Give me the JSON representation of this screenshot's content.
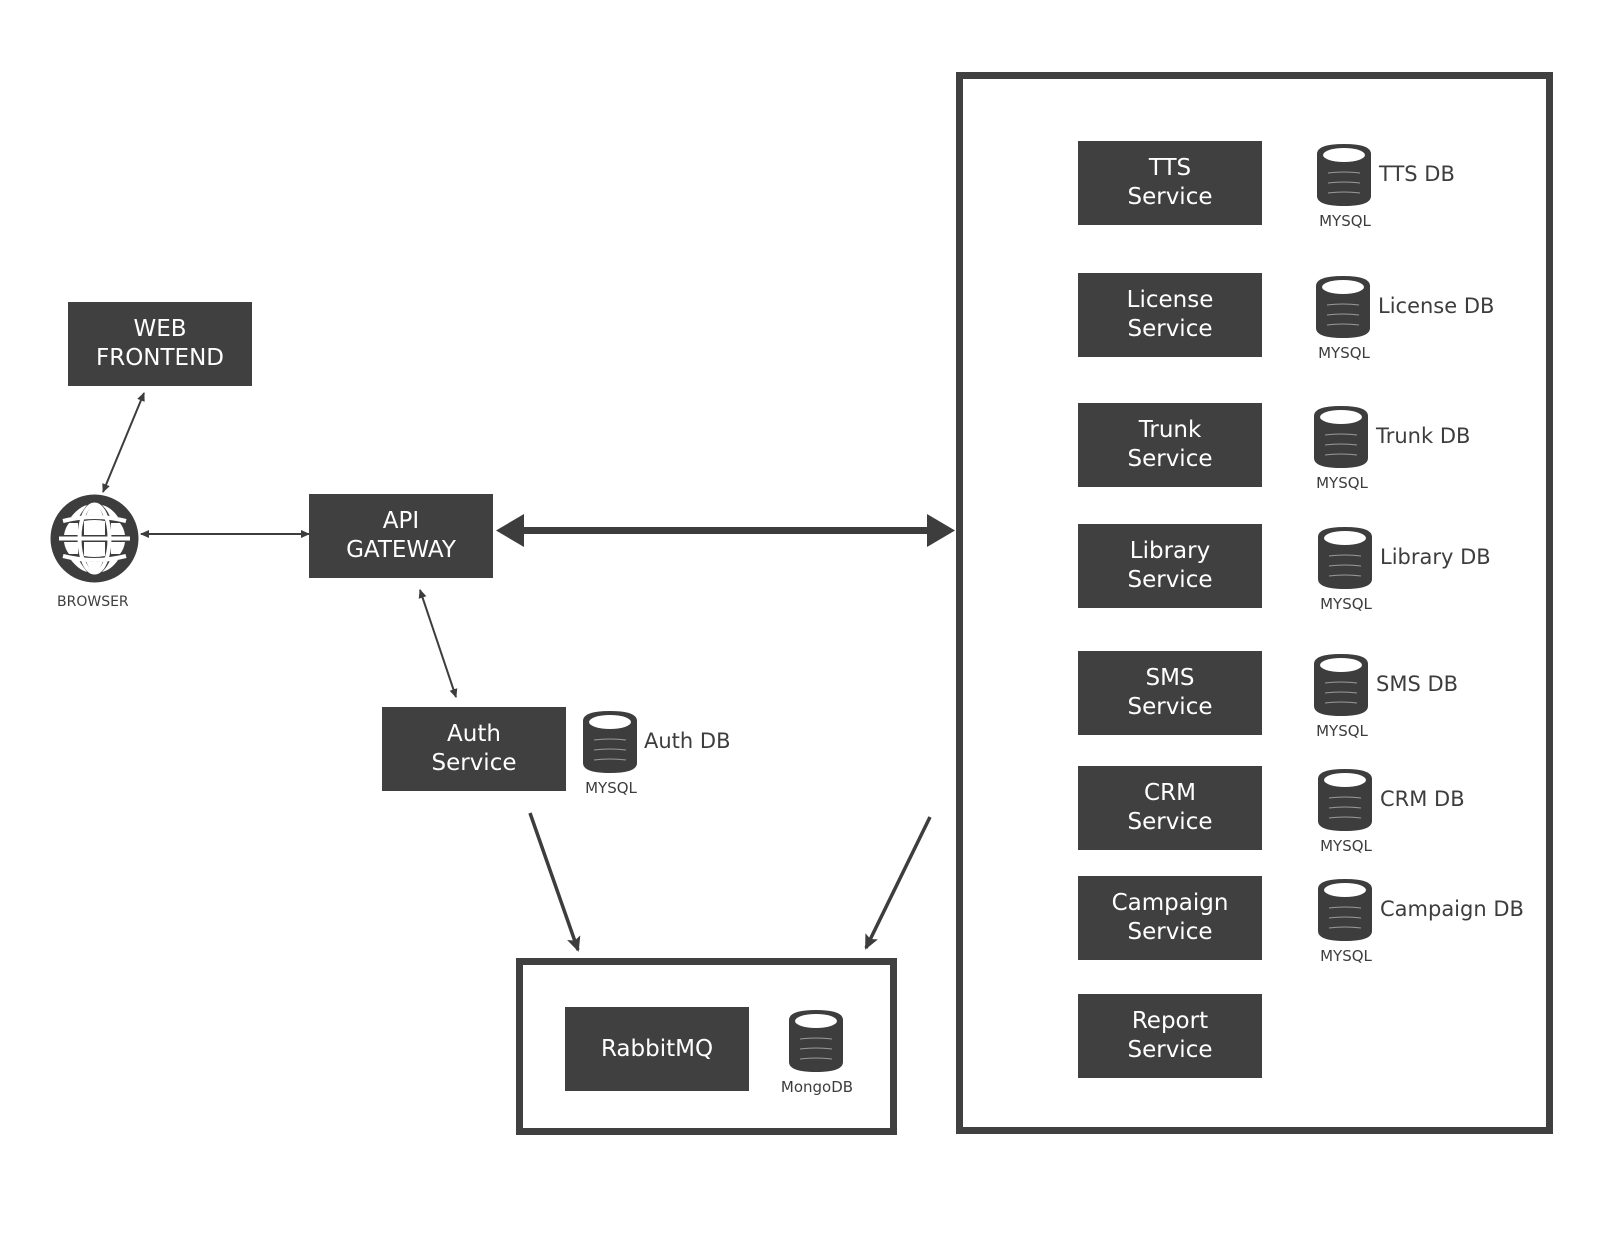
{
  "colors": {
    "box_fill": "#404040",
    "box_text": "#ffffff",
    "line": "#3d3d3d",
    "background": "#ffffff"
  },
  "browser": {
    "icon": "globe-icon",
    "label": "BROWSER"
  },
  "web_frontend": {
    "label": "WEB\nFRONTEND"
  },
  "api_gateway": {
    "label": "API\nGATEWAY"
  },
  "auth": {
    "label": "Auth\nService",
    "db_engine": "MYSQL",
    "db_name": "Auth DB",
    "db_icon": "database-icon"
  },
  "messaging": {
    "label": "RabbitMQ",
    "db_engine": "MongoDB",
    "db_icon": "database-icon"
  },
  "services": [
    {
      "label": "TTS\nService",
      "db_engine": "MYSQL",
      "db_name": "TTS DB"
    },
    {
      "label": "License\nService",
      "db_engine": "MYSQL",
      "db_name": "License DB"
    },
    {
      "label": "Trunk\nService",
      "db_engine": "MYSQL",
      "db_name": "Trunk DB"
    },
    {
      "label": "Library\nService",
      "db_engine": "MYSQL",
      "db_name": "Library DB"
    },
    {
      "label": "SMS\nService",
      "db_engine": "MYSQL",
      "db_name": "SMS DB"
    },
    {
      "label": "CRM\nService",
      "db_engine": "MYSQL",
      "db_name": "CRM DB"
    },
    {
      "label": "Campaign\nService",
      "db_engine": "MYSQL",
      "db_name": "Campaign DB"
    },
    {
      "label": "Report\nService"
    }
  ],
  "connections": [
    {
      "from": "browser",
      "to": "web_frontend",
      "type": "bidirectional"
    },
    {
      "from": "browser",
      "to": "api_gateway",
      "type": "bidirectional"
    },
    {
      "from": "api_gateway",
      "to": "auth",
      "type": "bidirectional"
    },
    {
      "from": "api_gateway",
      "to": "services",
      "type": "bidirectional-bold"
    },
    {
      "from": "auth",
      "to": "messaging",
      "type": "directed"
    },
    {
      "from": "services",
      "to": "messaging",
      "type": "directed"
    }
  ]
}
